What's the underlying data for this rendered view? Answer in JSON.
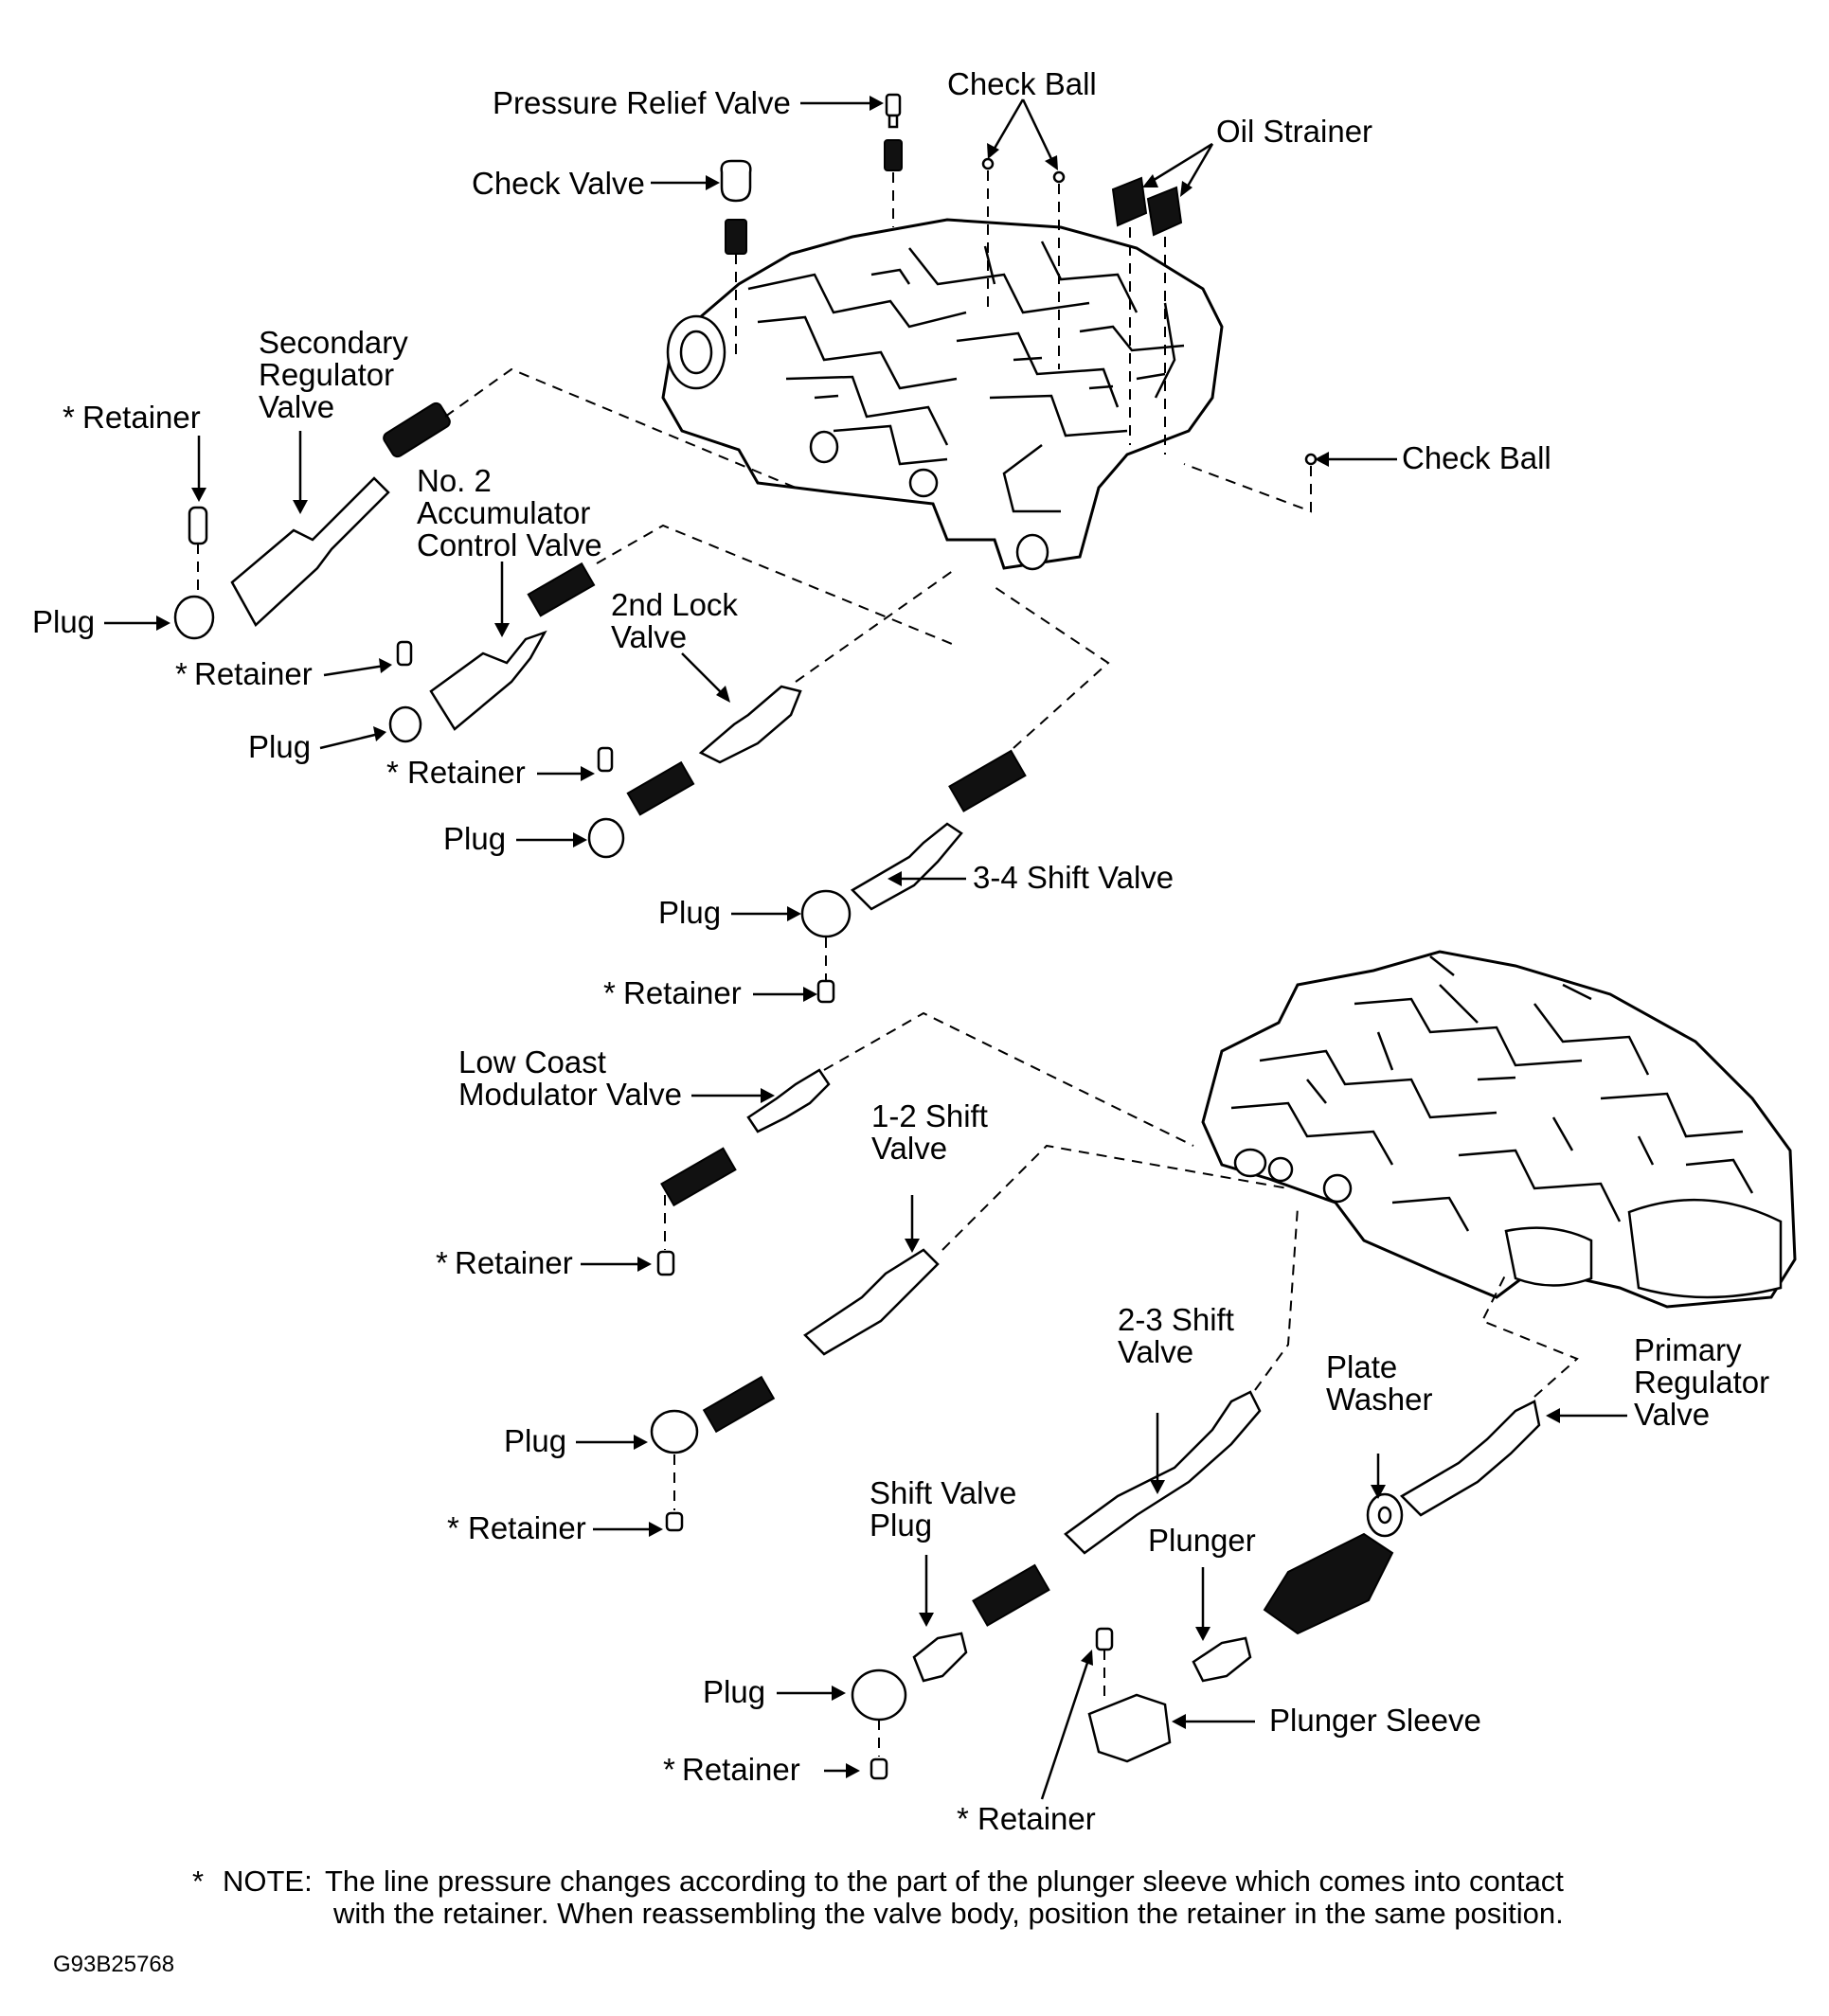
{
  "labels": {
    "pressure_relief_valve": "Pressure Relief Valve",
    "check_ball_top": "Check Ball",
    "oil_strainer": "Oil Strainer",
    "check_valve": "Check Valve",
    "secondary_regulator_valve": [
      "Secondary",
      "Regulator",
      "Valve"
    ],
    "retainer_1": "Retainer",
    "check_ball_right": "Check Ball",
    "no2_accumulator_control_valve": [
      "No. 2",
      "Accumulator",
      "Control Valve"
    ],
    "plug_1": "Plug",
    "retainer_2": "Retainer",
    "second_lock_valve": [
      "2nd Lock",
      "Valve"
    ],
    "plug_2": "Plug",
    "retainer_3": "Retainer",
    "plug_3": "Plug",
    "shift_valve_34": "3-4 Shift Valve",
    "plug_4": "Plug",
    "retainer_4": "Retainer",
    "low_coast_modulator_valve": [
      "Low Coast",
      "Modulator Valve"
    ],
    "shift_valve_12": [
      "1-2 Shift",
      "Valve"
    ],
    "retainer_5": "Retainer",
    "plug_5": "Plug",
    "retainer_6": "Retainer",
    "shift_valve_23": [
      "2-3 Shift",
      "Valve"
    ],
    "plate_washer": [
      "Plate",
      "Washer"
    ],
    "primary_regulator_valve": [
      "Primary",
      "Regulator",
      "Valve"
    ],
    "shift_valve_plug": [
      "Shift Valve",
      "Plug"
    ],
    "plunger": "Plunger",
    "plug_6": "Plug",
    "plunger_sleeve": "Plunger Sleeve",
    "retainer_7": "Retainer",
    "retainer_8": "Retainer"
  },
  "asterisk": "*",
  "note": {
    "prefix": "NOTE:",
    "line1": "The line pressure changes according to the part of the plunger sleeve which comes into contact",
    "line2": "with the retainer. When reassembling the valve body, position the retainer in the same position."
  },
  "figure_code": "G93B25768"
}
